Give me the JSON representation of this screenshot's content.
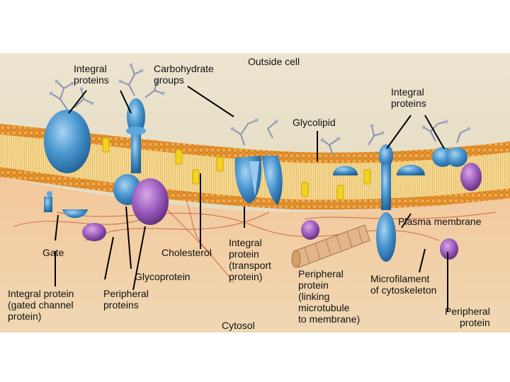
{
  "labels": {
    "integral_proteins_left": "Integral\nproteins",
    "carbohydrate_groups": "Carbohydrate\ngroups",
    "outside_cell": "Outside cell",
    "integral_proteins_right": "Integral\nproteins",
    "glycolipid": "Glycolipid",
    "plasma_membrane": "Plasma membrane",
    "gate": "Gate",
    "integral_protein_gated": "Integral protein\n(gated channel\nprotein)",
    "cholesterol": "Cholesterol",
    "glycoprotein": "Glycoprotein",
    "peripheral_proteins": "Peripheral\nproteins",
    "integral_protein_transport": "Integral\nprotein\n(transport\nprotein)",
    "cytosol": "Cytosol",
    "peripheral_protein_linking": "Peripheral\nprotein\n(linking\nmicrotubule\nto membrane)",
    "microfilament": "Microfilament\nof cytoskeleton",
    "peripheral_protein_right": "Peripheral\nprotein"
  },
  "colors": {
    "outside": "#e9e0c8",
    "cytosol": "#f0cfa6",
    "membrane_head": "#e8962e",
    "membrane_tail": "#f6d68a",
    "integral_protein": "#3f8dc8",
    "peripheral_protein": "#8e4fb0",
    "cholesterol": "#f2d21a",
    "carbohydrate": "#8a93b0"
  }
}
